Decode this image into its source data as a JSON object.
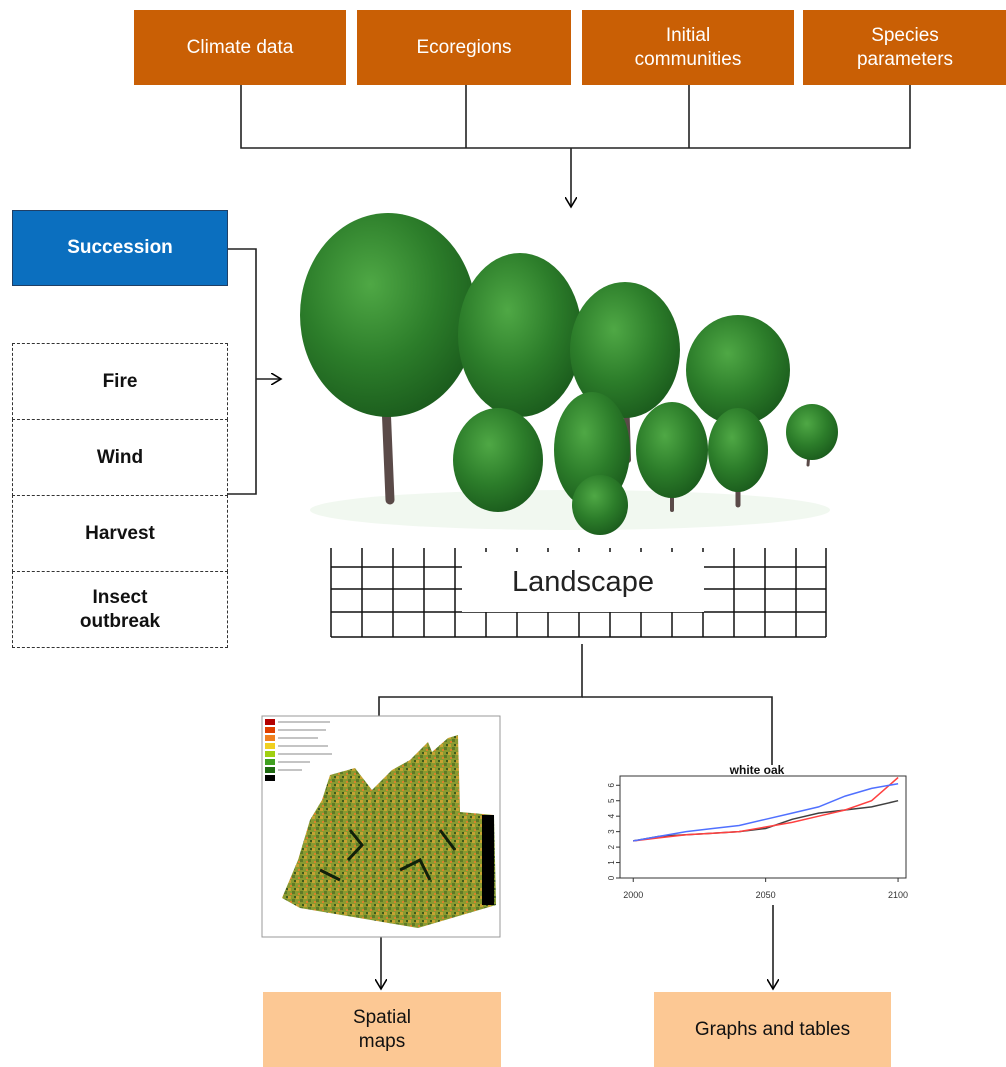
{
  "inputs": [
    "Climate data",
    "Ecoregions",
    "Initial communities",
    "Species parameters"
  ],
  "succession": "Succession",
  "disturbances": [
    "Fire",
    "Wind",
    "Harvest",
    "Insect outbreak"
  ],
  "landscape": "Landscape",
  "outputs": {
    "spatial": "Spatial maps",
    "graphs": "Graphs and tables"
  },
  "chart_data": {
    "type": "line",
    "title": "white oak",
    "xlabel": "",
    "ylabel": "",
    "x": [
      2000,
      2010,
      2020,
      2030,
      2040,
      2050,
      2060,
      2070,
      2080,
      2090,
      2100
    ],
    "xticks": [
      2000,
      2050,
      2100
    ],
    "yticks": [
      0,
      1,
      2,
      3,
      4,
      5,
      6
    ],
    "ylim": [
      0,
      6.6
    ],
    "xlim": [
      1995,
      2103
    ],
    "series": [
      {
        "color": "#404040",
        "values": [
          2.4,
          2.7,
          2.8,
          2.9,
          3.0,
          3.2,
          3.8,
          4.2,
          4.4,
          4.6,
          5.0
        ]
      },
      {
        "color": "#ff4040",
        "values": [
          2.4,
          2.6,
          2.8,
          2.9,
          3.0,
          3.3,
          3.6,
          4.0,
          4.4,
          5.0,
          6.5
        ]
      },
      {
        "color": "#5070ff",
        "values": [
          2.4,
          2.7,
          3.0,
          3.2,
          3.4,
          3.8,
          4.2,
          4.6,
          5.3,
          5.8,
          6.1
        ]
      }
    ]
  }
}
